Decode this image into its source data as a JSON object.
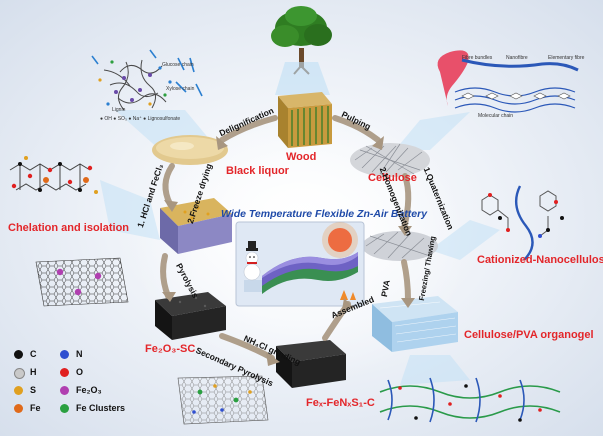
{
  "diagram": {
    "center_title": "Wide Temperature Flexible Zn-Air Battery",
    "nodes": {
      "wood": "Wood",
      "black_liquor": "Black liquor",
      "cellulose": "Cellulose",
      "chelation": "Chelation and isolation",
      "cationized": "Cationized-Nanocellulose",
      "fe2o3_sc": "Fe₂O₃-SC",
      "organogel": "Cellulose/PVA organogel",
      "fex": "Feₓ-FeNₓS₁-C"
    },
    "steps": {
      "delignification": "Delignification",
      "pulping": "Pulping",
      "hcl": "1. HCl and FeCl₃",
      "freeze_drying": "2.Freeze drying",
      "quaternization": "1.Quaternization",
      "homogenization": "2.Homogenization",
      "pyrolysis": "Pyrolysis",
      "pva": "PVA",
      "freezing": "Freezing/ Thawing",
      "nh4cl": "NH₄Cl grinding",
      "secondary_pyrolysis": "Secondary Pyrolysis",
      "assembled": "Assembled"
    },
    "lignin_inset": {
      "glucose_chain": "Glucose chain",
      "xylose_chain": "Xylose chain",
      "lignin": "Lignin",
      "legend": "● OH  ● SO₃  ● Na⁺  ● Lignosulfonate"
    },
    "cellulose_inset": {
      "fibre_bundles": "Fibre bundles",
      "nanofibre": "Nanofibre",
      "elementary_fibre": "Elementary fibre",
      "molecular_chain": "Molecular chain"
    }
  },
  "legend": [
    {
      "symbol": "C",
      "color": "#111111"
    },
    {
      "symbol": "N",
      "color": "#2f4fd0"
    },
    {
      "symbol": "H",
      "color": "#c9c9c9"
    },
    {
      "symbol": "O",
      "color": "#e02020"
    },
    {
      "symbol": "S",
      "color": "#e0a020"
    },
    {
      "symbol": "Fe₂O₃",
      "color": "#b03fb0"
    },
    {
      "symbol": "Fe",
      "color": "#e06a1a"
    },
    {
      "symbol": "Fe Clusters",
      "color": "#2aa040"
    }
  ]
}
